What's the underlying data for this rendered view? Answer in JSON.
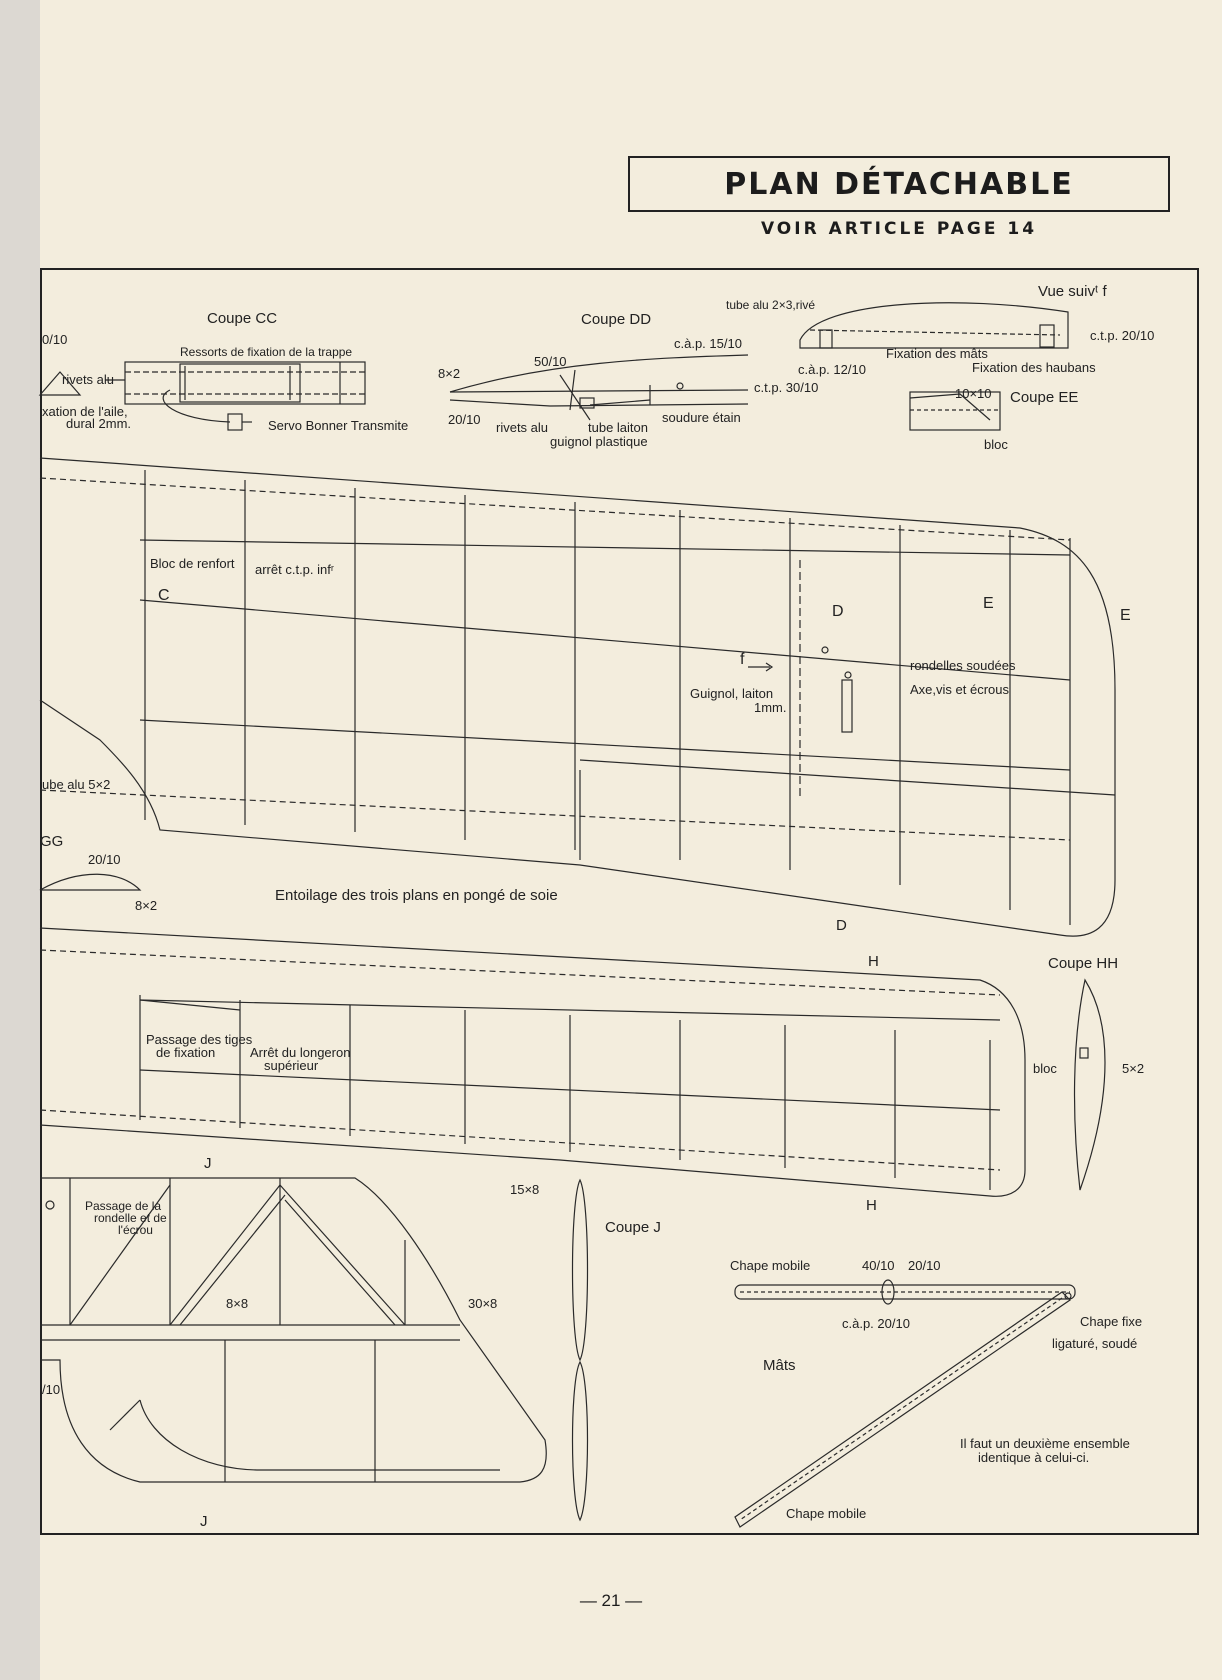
{
  "header": {
    "title": "PLAN DÉTACHABLE",
    "subtitle": "VOIR ARTICLE PAGE 14"
  },
  "sections": {
    "coupe_cc": "Coupe CC",
    "coupe_dd": "Coupe DD",
    "coupe_ee": "Coupe EE",
    "coupe_hh": "Coupe HH",
    "coupe_j": "Coupe J",
    "vue_suivant_f": "Vue suivᵗ f"
  },
  "labels": {
    "ten_ten_left": "0/10",
    "rivets_alu_cc": "rivets alu",
    "fixation_aile": "xation de l'aile,",
    "dural": "dural 2mm.",
    "ressorts": "Ressorts de fixation de la trappe",
    "servo": "Servo Bonner Transmite",
    "cap_15": "c.à.p. 15/10",
    "fifty_ten": "50/10",
    "eight_two_dd": "8×2",
    "ctp_30": "c.t.p. 30/10",
    "twenty_ten_dd": "20/10",
    "rivets_alu_dd": "rivets alu",
    "tube_laiton": "tube laiton",
    "soudure": "soudure étain",
    "guignol_plastique": "guignol plastique",
    "tube_alu_2x3": "tube alu 2×3,rivé",
    "ctp_20": "c.t.p. 20/10",
    "fixation_mats": "Fixation des mâts",
    "cap_12": "c.à.p. 12/10",
    "fixation_haubans": "Fixation des haubans",
    "ten_x_ten": "10×10",
    "bloc_ee": "bloc",
    "bloc_renfort": "Bloc de renfort",
    "arret_ctp": "arrêt c.t.p. infʳ",
    "mark_c": "C",
    "mark_d": "D",
    "mark_e": "E",
    "mark_e2": "E",
    "mark_f": "f",
    "rondelles": "rondelles soudées",
    "axe": "Axe,vis et écrous",
    "guignol_laiton": "Guignol, laiton",
    "one_mm": "1mm.",
    "tube_alu_5x2": "ube alu 5×2",
    "gg": "GG",
    "twenty_ten_gg": "20/10",
    "eight_two_gg": "8×2",
    "entoilage": "Entoilage des trois plans en pongé   de soie",
    "mark_d2": "D",
    "mark_h": "H",
    "mark_h2": "H",
    "passage_tiges": "Passage des tiges",
    "de_fixation": "de fixation",
    "arret_longeron": "Arrêt du longeron",
    "superieur": "supérieur",
    "bloc_hh": "bloc",
    "five_two_hh": "5×2",
    "mark_j": "J",
    "mark_j2": "J",
    "fifteen_eight": "15×8",
    "passage_rondelle_1": "Passage de la",
    "passage_rondelle_2": "rondelle et de",
    "passage_rondelle_3": "l'écrou",
    "eight_eight": "8×8",
    "thirty_eight": "30×8",
    "ten_bottom_left": "/10",
    "chape_mobile_top": "Chape mobile",
    "forty_ten": "40/10",
    "twenty_ten_mats": "20/10",
    "cap_20": "c.à.p. 20/10",
    "chape_fixe": "Chape fixe",
    "ligature": "ligaturé, soudé",
    "mats": "Mâts",
    "note_1": "Il faut un deuxième ensemble",
    "note_2": "identique à celui-ci.",
    "chape_mobile_bottom": "Chape mobile"
  },
  "page_number": "— 21 —"
}
